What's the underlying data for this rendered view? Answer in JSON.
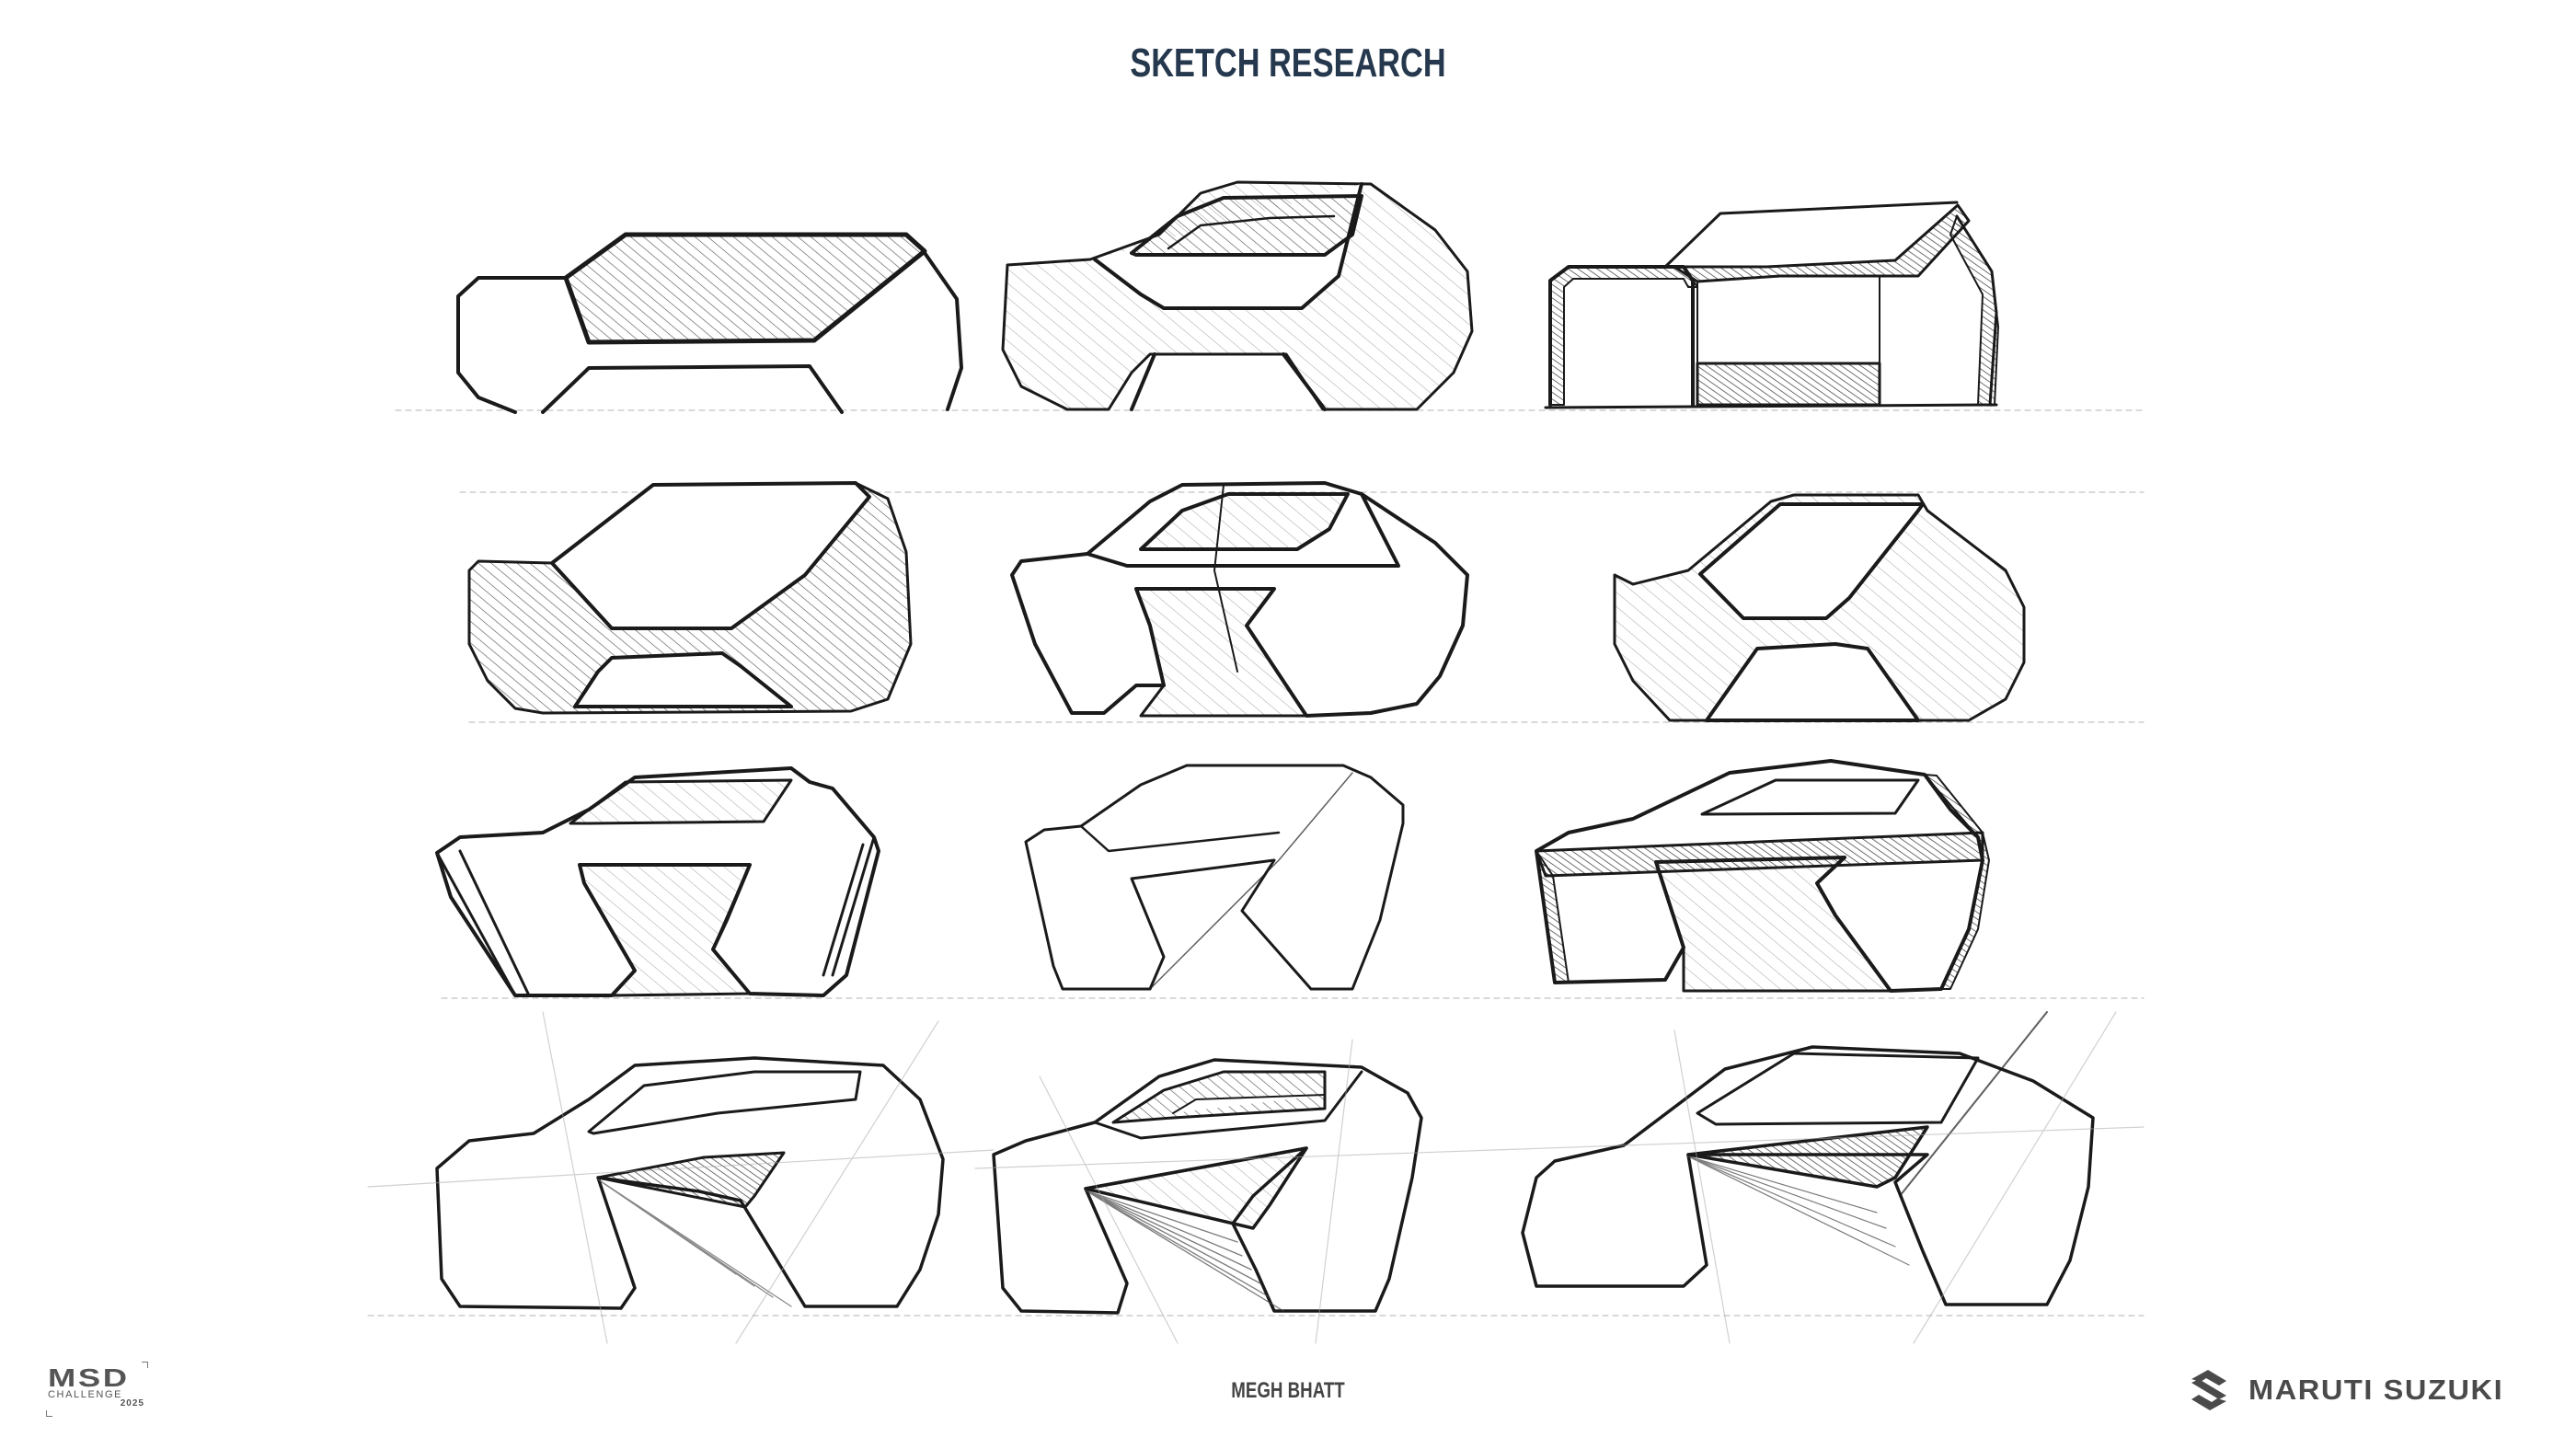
{
  "page": {
    "title": "SKETCH RESEARCH",
    "author": "MEGH BHATT"
  },
  "logos": {
    "left": {
      "main": "MSD",
      "sub": "CHALLENGE",
      "year": "2025"
    },
    "right": {
      "icon": "suzuki-s-icon",
      "text": "MARUTI  SUZUKI"
    }
  },
  "colors": {
    "title": "#25384d",
    "ink": "#1a1a1a",
    "logo_gray": "#4a4a4a",
    "background": "#ffffff"
  },
  "sketches": {
    "layout": {
      "rows": 4,
      "columns": 3
    },
    "items": [
      {
        "row": 1,
        "col": 1,
        "label": "boxy SUV, hatched greenhouse"
      },
      {
        "row": 1,
        "col": 2,
        "label": "rounded SUV, hatched body"
      },
      {
        "row": 1,
        "col": 3,
        "label": "boxy frame, hatched pillars"
      },
      {
        "row": 2,
        "col": 1,
        "label": "hexagonal body, hatched sides"
      },
      {
        "row": 2,
        "col": 2,
        "label": "open body, hatched Z-cut"
      },
      {
        "row": 2,
        "col": 3,
        "label": "compact body, hatched sides"
      },
      {
        "row": 3,
        "col": 1,
        "label": "angular body, hatched Z-cut"
      },
      {
        "row": 3,
        "col": 2,
        "label": "line-only concept"
      },
      {
        "row": 3,
        "col": 3,
        "label": "wedge body, hatched beltline"
      },
      {
        "row": 4,
        "col": 1,
        "label": "arrow side-cut concept"
      },
      {
        "row": 4,
        "col": 2,
        "label": "arrow side-cut, hatched window"
      },
      {
        "row": 4,
        "col": 3,
        "label": "arrow side-cut, sloped roof"
      }
    ]
  }
}
